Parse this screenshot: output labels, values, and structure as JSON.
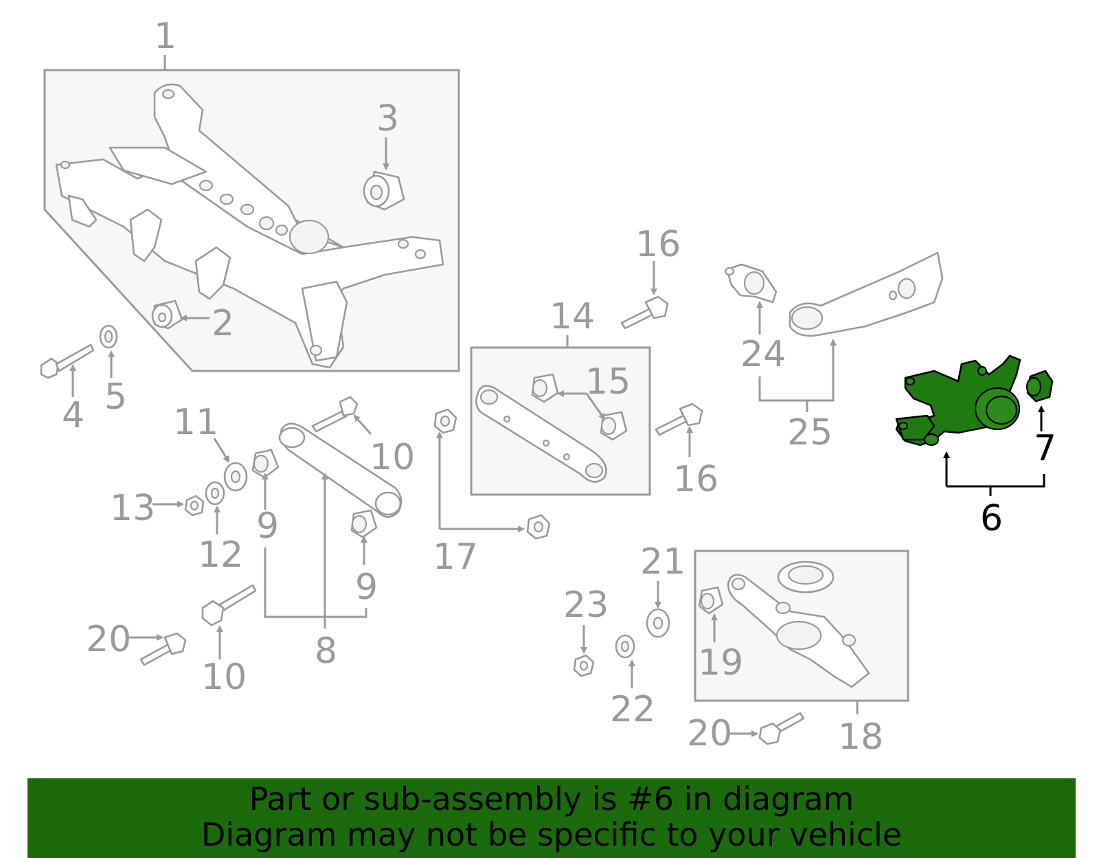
{
  "callouts": {
    "c1": "1",
    "c2": "2",
    "c3": "3",
    "c4": "4",
    "c5": "5",
    "c6": "6",
    "c7": "7",
    "c8": "8",
    "c9a": "9",
    "c9b": "9",
    "c10a": "10",
    "c10b": "10",
    "c11": "11",
    "c12": "12",
    "c13": "13",
    "c14": "14",
    "c15": "15",
    "c16a": "16",
    "c16b": "16",
    "c17": "17",
    "c18": "18",
    "c19": "19",
    "c20a": "20",
    "c20b": "20",
    "c21": "21",
    "c22": "22",
    "c23": "23",
    "c24": "24",
    "c25": "25"
  },
  "highlight": {
    "part_number": "6",
    "color": "#1b6b0c"
  },
  "banner": {
    "line1": "Part or sub-assembly is #6 in diagram",
    "line2": "Diagram may not be specific to your vehicle"
  }
}
